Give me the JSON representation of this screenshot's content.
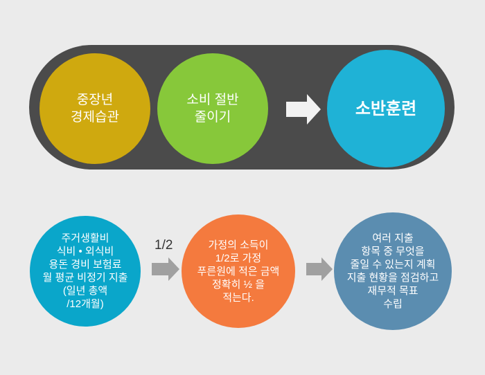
{
  "top_row": {
    "step1": {
      "lines": [
        "중장년",
        "경제습관"
      ],
      "color": "#cfa90f"
    },
    "step2": {
      "lines": [
        "소비 절반",
        "줄이기"
      ],
      "color": "#87c83a"
    },
    "step3": {
      "lines": [
        "소반훈련"
      ],
      "color": "#1fb2d6"
    }
  },
  "bottom_row": {
    "step1": {
      "lines": [
        "주거생활비",
        "식비 • 외식비",
        "용돈 경비 보험료",
        "월 평균 비정기 지출",
        "(일년 총액",
        "/12개월)"
      ],
      "color": "#0aa6ca"
    },
    "arrow1_label": "1/2",
    "step2": {
      "lines": [
        "가정의 소득이",
        "1/2로 가정",
        "푸른원에 적은 금액",
        "정확히 ½ 을",
        "적는다."
      ],
      "color": "#f47a3e"
    },
    "step3": {
      "lines": [
        "여러 지출",
        "항목 중 무엇을",
        "줄일 수 있는지 계획",
        "지출 현황을 점검하고",
        "재무적 목표",
        "수립"
      ],
      "color": "#5b8db0"
    }
  }
}
